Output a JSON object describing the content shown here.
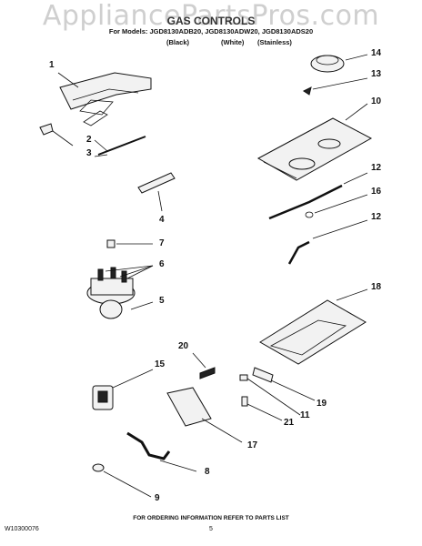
{
  "watermark": "AppliancePartsPros.com",
  "header": {
    "title": "GAS CONTROLS",
    "models_line": "For Models: JGD8130ADB20, JGD8130ADW20, JGD8130ADS20",
    "finishes": [
      "(Black)",
      "(White)",
      "(Stainless)"
    ]
  },
  "callouts": [
    "1",
    "2",
    "3",
    "4",
    "5",
    "6",
    "7",
    "8",
    "9",
    "10",
    "11",
    "12",
    "12",
    "13",
    "14",
    "15",
    "16",
    "17",
    "18",
    "19",
    "20",
    "21"
  ],
  "footer": {
    "note": "FOR ORDERING INFORMATION REFER TO PARTS LIST",
    "doc_number": "W10300076",
    "page": "5"
  }
}
